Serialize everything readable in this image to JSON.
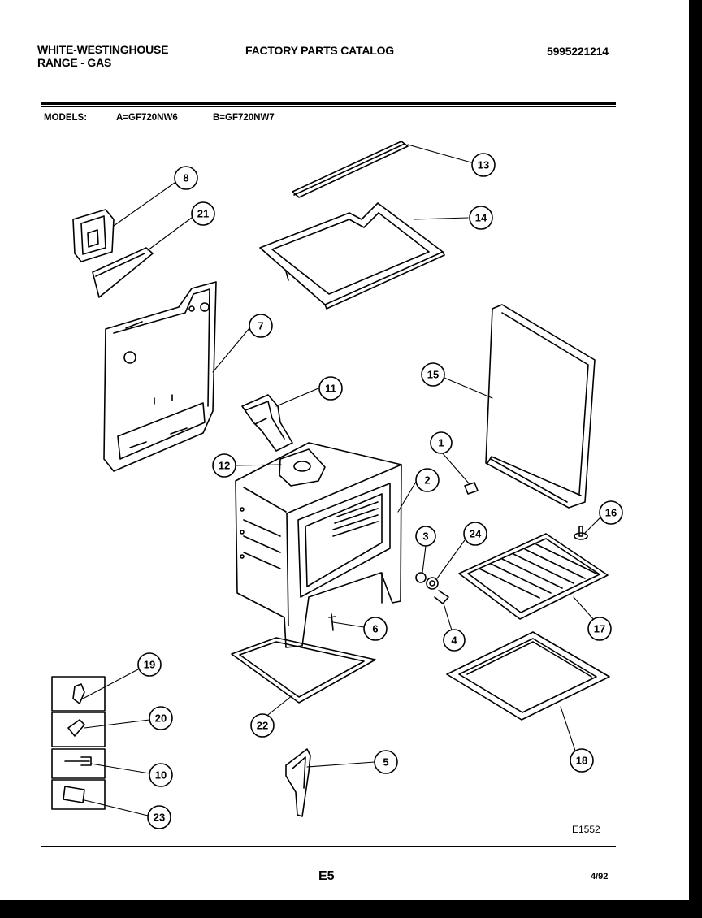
{
  "header": {
    "brand_line1": "WHITE-WESTINGHOUSE",
    "brand_line2": "RANGE - GAS",
    "catalog_title": "FACTORY PARTS CATALOG",
    "catalog_number": "5995221214"
  },
  "models": {
    "label": "MODELS:",
    "model_a": "A=GF720NW6",
    "model_b": "B=GF720NW7"
  },
  "diagram": {
    "callouts": [
      "8",
      "21",
      "13",
      "14",
      "7",
      "11",
      "15",
      "1",
      "12",
      "2",
      "16",
      "3",
      "24",
      "6",
      "4",
      "17",
      "19",
      "20",
      "22",
      "10",
      "5",
      "18",
      "23"
    ],
    "figure_code": "E1552"
  },
  "footer": {
    "page_code": "E5",
    "date": "4/92"
  }
}
